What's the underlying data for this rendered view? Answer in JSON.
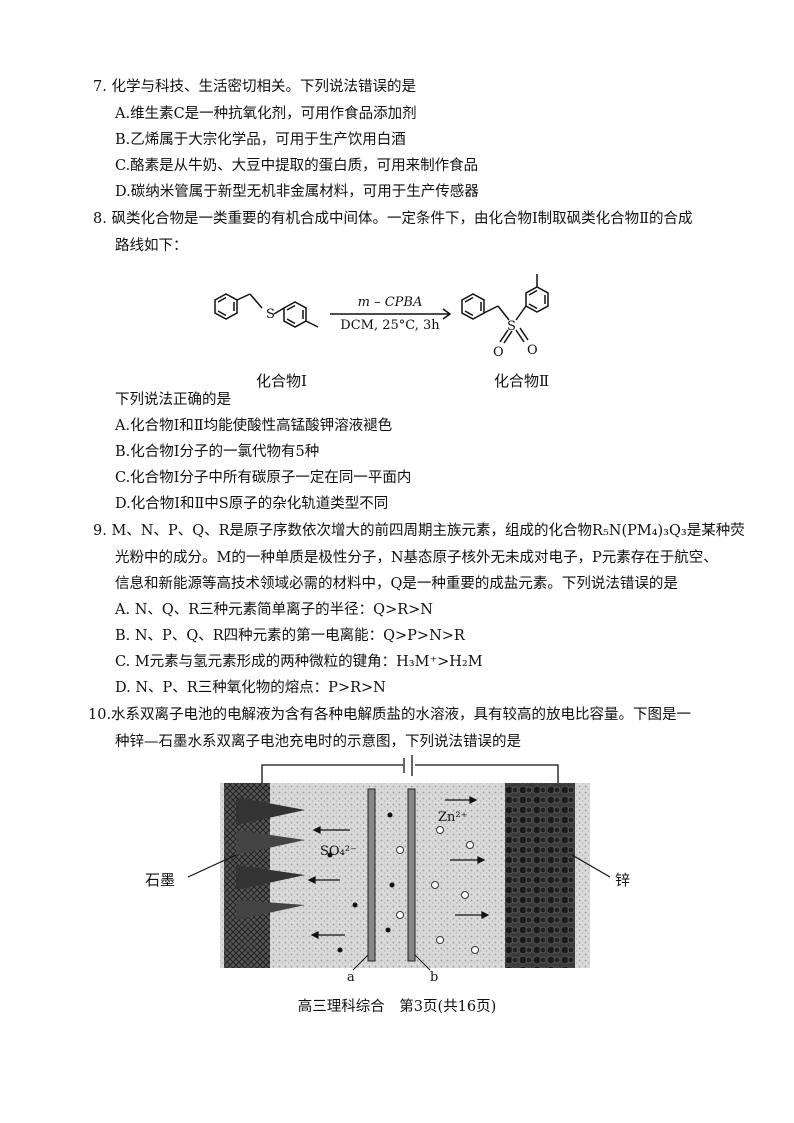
{
  "q7": {
    "stem": "7. 化学与科技、生活密切相关。下列说法错误的是",
    "options": [
      "A.维生素C是一种抗氧化剂，可用作食品添加剂",
      "B.乙烯属于大宗化学品，可用于生产饮用白酒",
      "C.酪素是从牛奶、大豆中提取的蛋白质，可用来制作食品",
      "D.碳纳米管属于新型无机非金属材料，可用于生产传感器"
    ]
  },
  "q8": {
    "stem1": "8. 砜类化合物是一类重要的有机合成中间体。一定条件下，由化合物Ⅰ制取砜类化合物Ⅱ的合成",
    "stem2": "路线如下：",
    "reagent_top": "m – CPBA",
    "reagent_bottom": "DCM, 25°C, 3h",
    "compound1_label": "化合物Ⅰ",
    "compound2_label": "化合物Ⅱ",
    "atom_s": "S",
    "atom_o": "O",
    "prompt": "下列说法正确的是",
    "options": [
      "A.化合物Ⅰ和Ⅱ均能使酸性高锰酸钾溶液褪色",
      "B.化合物Ⅰ分子的一氯代物有5种",
      "C.化合物Ⅰ分子中所有碳原子一定在同一平面内",
      "D.化合物Ⅰ和Ⅱ中S原子的杂化轨道类型不同"
    ]
  },
  "q9": {
    "stem1": "9. M、N、P、Q、R是原子序数依次增大的前四周期主族元素，组成的化合物R₅N(PM₄)₃Q₃是某种荧",
    "stem2": "光粉中的成分。M的一种单质是极性分子，N基态原子核外无未成对电子，P元素存在于航空、",
    "stem3": "信息和新能源等高技术领域必需的材料中，Q是一种重要的成盐元素。下列说法错误的是",
    "options": [
      "A. N、Q、R三种元素简单离子的半径：Q>R>N",
      "B. N、P、Q、R四种元素的第一电离能：Q>P>N>R",
      "C. M元素与氢元素形成的两种微粒的键角：H₃M⁺>H₂M",
      "D. N、P、R三种氧化物的熔点：P>R>N"
    ]
  },
  "q10": {
    "stem1": "10.水系双离子电池的电解液为含有各种电解质盐的水溶液，具有较高的放电比容量。下图是一",
    "stem2": "种锌—石墨水系双离子电池充电时的示意图，下列说法错误的是",
    "label_graphite": "石墨",
    "label_zinc": "锌",
    "label_sulfate": "SO₄²⁻",
    "label_zn": "Zn²⁺",
    "label_a": "a",
    "label_b": "b"
  },
  "footer": "高三理科综合　第3页(共16页)"
}
